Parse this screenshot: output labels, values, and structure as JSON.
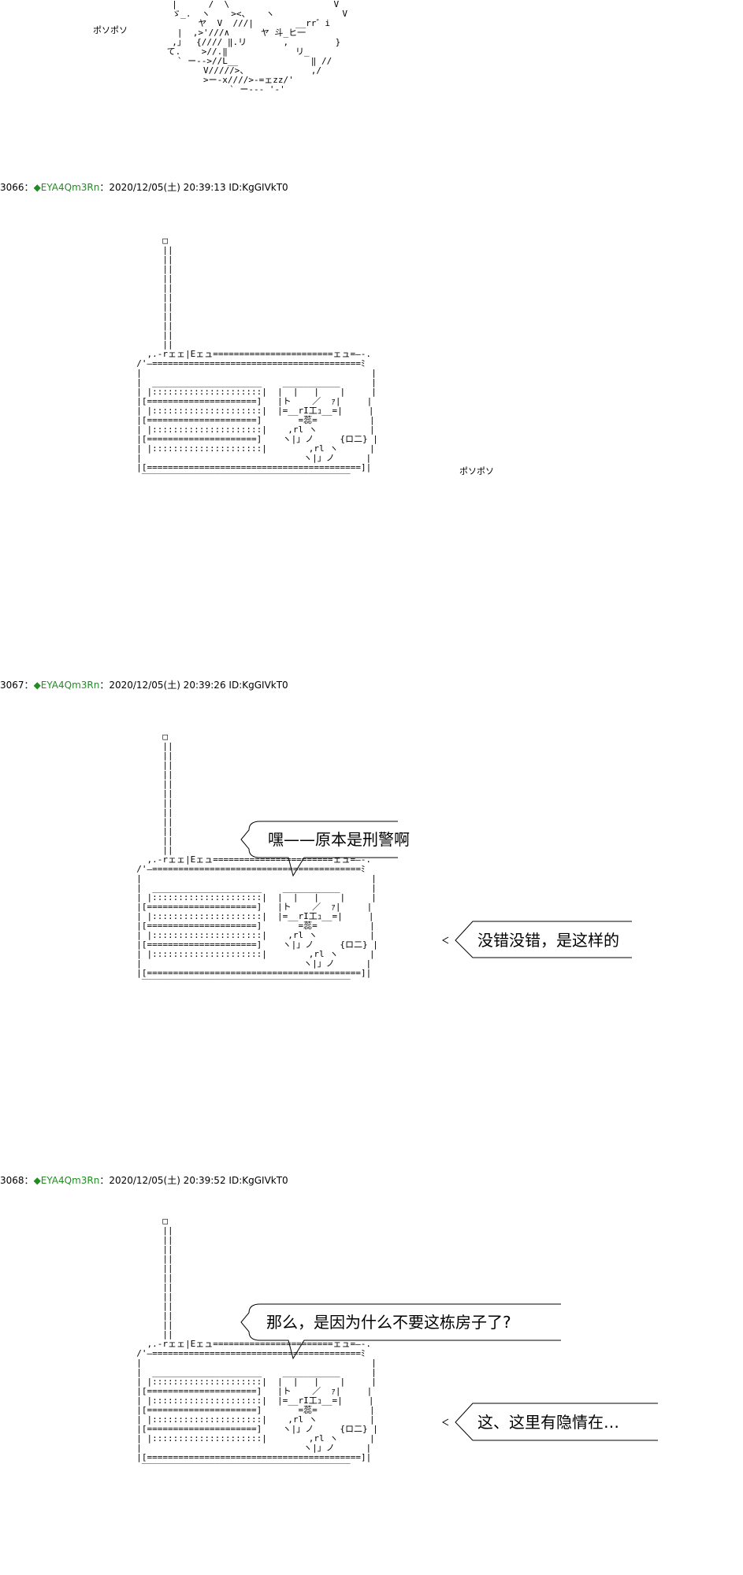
{
  "top_fragment": {
    "sfx": "ポソポソ"
  },
  "posts": [
    {
      "number": "3066",
      "separator": "：",
      "diamond": "◆",
      "trip": "EYA4Qm3Rn",
      "date": "：2020/12/05(土) 20:39:13",
      "id": "ID:KgGIVkT0",
      "sfx": "ポソポソ"
    },
    {
      "number": "3067",
      "separator": "：",
      "diamond": "◆",
      "trip": "EYA4Qm3Rn",
      "date": "：2020/12/05(土) 20:39:26",
      "id": "ID:KgGIVkT0",
      "bubble_top": "嘿——原本是刑警啊",
      "bubble_right": "没错没错，是这样的"
    },
    {
      "number": "3068",
      "separator": "：",
      "diamond": "◆",
      "trip": "EYA4Qm3Rn",
      "date": "：2020/12/05(土) 20:39:52",
      "id": "ID:KgGIVkT0",
      "bubble_top": "那么，是因为什么不要这栋房子了?",
      "bubble_right": "这、这里有隐情在…"
    }
  ]
}
